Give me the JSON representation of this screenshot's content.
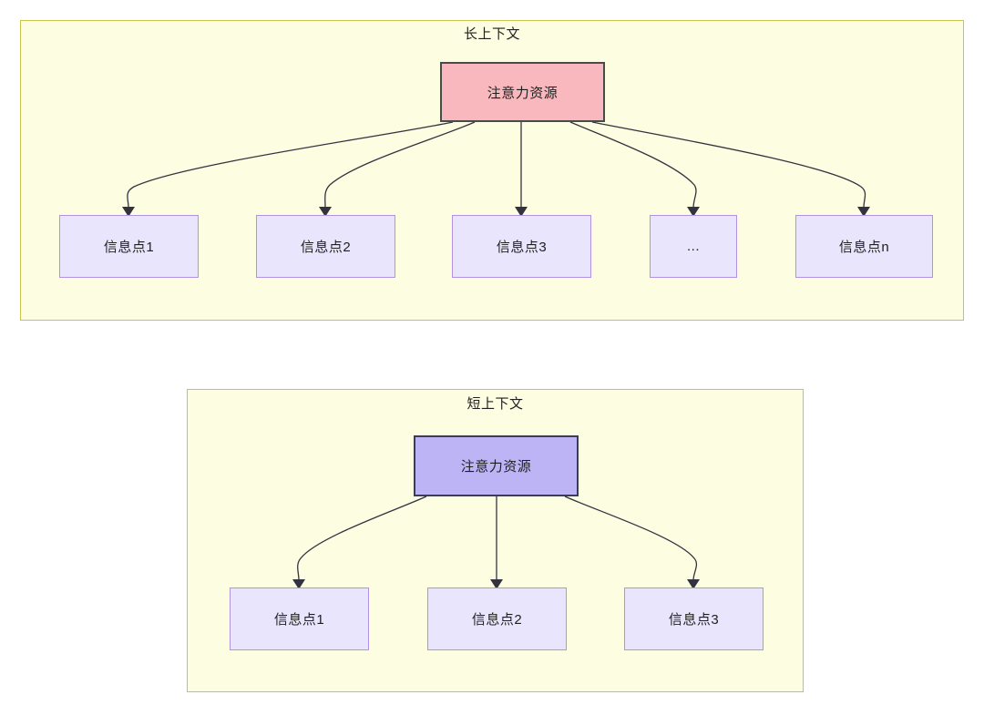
{
  "diagram": {
    "title_long": "长上下文",
    "title_short": "短上下文",
    "colors": {
      "group_fill": "#fdfde2",
      "group_border": "#c5c54f",
      "root_long_fill": "#f9b8bd",
      "root_long_border": "#4a4a4a",
      "root_short_fill": "#bcb4f5",
      "root_short_border": "#3d3d48",
      "leaf_fill": "#e9e5fc",
      "leaf_border": "#b392e2",
      "arrow_stroke": "#333340",
      "text": "#1f1f1f"
    },
    "long_context": {
      "group_label": "长上下文",
      "root_label": "注意力资源",
      "leaves": [
        {
          "label": "信息点1"
        },
        {
          "label": "信息点2"
        },
        {
          "label": "信息点3"
        },
        {
          "label": "..."
        },
        {
          "label": "信息点n"
        }
      ]
    },
    "short_context": {
      "group_label": "短上下文",
      "root_label": "注意力资源",
      "leaves": [
        {
          "label": "信息点1"
        },
        {
          "label": "信息点2"
        },
        {
          "label": "信息点3"
        }
      ]
    }
  }
}
